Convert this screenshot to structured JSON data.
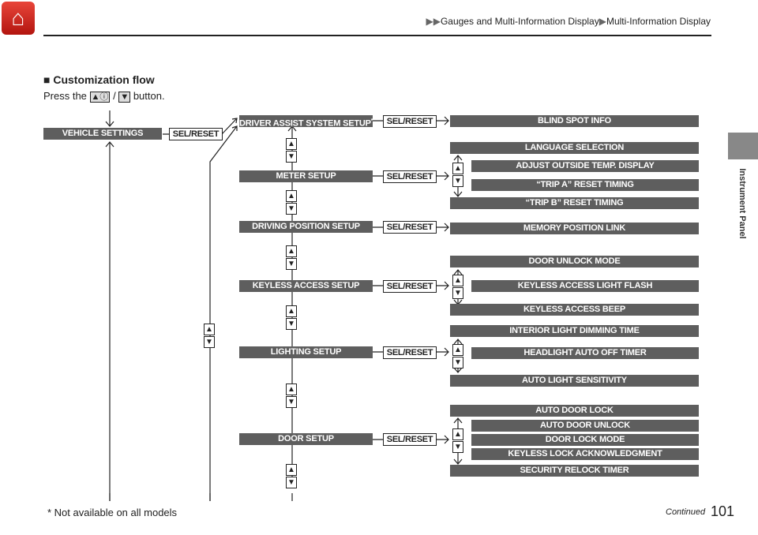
{
  "header": {
    "home_icon": "home-icon",
    "breadcrumb": [
      "Gauges and Multi-Information Display",
      "Multi-Information Display"
    ],
    "side_tab": "Instrument Panel"
  },
  "section": {
    "title": "Customization flow",
    "press_prefix": "Press the",
    "press_mid": "/",
    "press_suffix": "button.",
    "up_btn": "▲ⓘ",
    "down_btn": "▼"
  },
  "flow": {
    "root": "VEHICLE SETTINGS",
    "sel": "SEL/RESET",
    "up": "▲",
    "down": "▼",
    "menus": [
      "DRIVER ASSIST SYSTEM SETUP",
      "METER SETUP",
      "DRIVING POSITION SETUP",
      "KEYLESS ACCESS SETUP",
      "LIGHTING SETUP",
      "DOOR SETUP"
    ],
    "asterisk": "*",
    "items": [
      "BLIND SPOT INFO",
      "LANGUAGE SELECTION",
      "ADJUST OUTSIDE TEMP. DISPLAY",
      "“TRIP A” RESET TIMING",
      "“TRIP B” RESET TIMING",
      "MEMORY POSITION LINK",
      "DOOR UNLOCK MODE",
      "KEYLESS ACCESS LIGHT FLASH",
      "KEYLESS ACCESS BEEP",
      "INTERIOR LIGHT DIMMING TIME",
      "HEADLIGHT AUTO OFF TIMER",
      "AUTO LIGHT SENSITIVITY",
      "AUTO DOOR LOCK",
      "AUTO DOOR UNLOCK",
      "DOOR LOCK MODE",
      "KEYLESS LOCK ACKNOWLEDGMENT",
      "SECURITY RELOCK TIMER"
    ]
  },
  "footer": {
    "note": "* Not available on all models",
    "continued": "Continued",
    "page": "101"
  }
}
